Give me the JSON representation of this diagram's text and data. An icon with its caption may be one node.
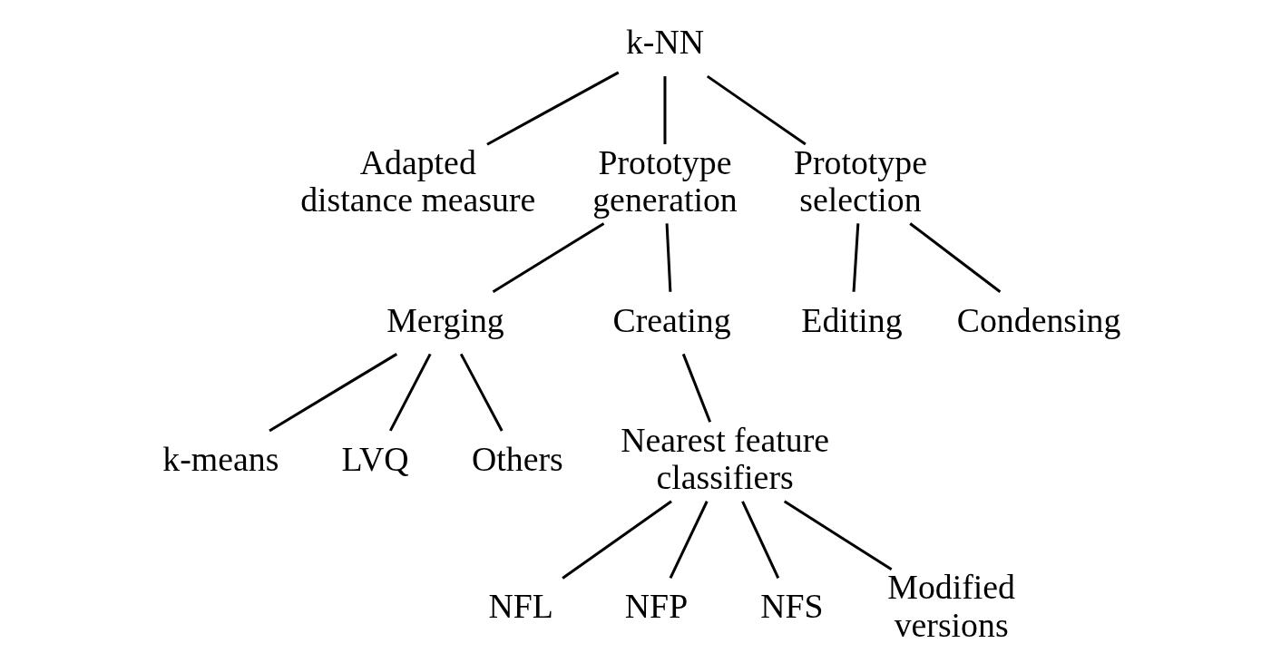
{
  "diagram": {
    "nodes": [
      {
        "text": [
          "k-NN"
        ]
      },
      {
        "text": [
          "Adapted distance measure"
        ]
      },
      {
        "text": [
          "Prototype generation"
        ]
      },
      {
        "text": [
          "Prototype selection"
        ]
      },
      {
        "text": [
          "Merging"
        ]
      },
      {
        "text": [
          "Creating"
        ]
      },
      {
        "text": [
          "Editing"
        ]
      },
      {
        "text": [
          "Condensing"
        ]
      },
      {
        "text": [
          "k-means"
        ]
      },
      {
        "text": [
          "LVQ"
        ]
      },
      {
        "text": [
          "Others"
        ]
      },
      {
        "text": [
          "Nearest feature classifiers"
        ]
      },
      {
        "text": [
          "NFL"
        ]
      },
      {
        "text": [
          "NFP"
        ]
      },
      {
        "text": [
          "NFS"
        ]
      },
      {
        "text": [
          "Modified versions"
        ]
      }
    ],
    "edges": [
      {
        "from": 0,
        "to": 1,
        "arrow": "none"
      },
      {
        "from": 0,
        "to": 2,
        "arrow": "none"
      },
      {
        "from": 0,
        "to": 3,
        "arrow": "none"
      },
      {
        "from": 2,
        "to": 4,
        "arrow": "none"
      },
      {
        "from": 2,
        "to": 5,
        "arrow": "none"
      },
      {
        "from": 3,
        "to": 6,
        "arrow": "none"
      },
      {
        "from": 3,
        "to": 7,
        "arrow": "none"
      },
      {
        "from": 4,
        "to": 8,
        "arrow": "none"
      },
      {
        "from": 4,
        "to": 9,
        "arrow": "none"
      },
      {
        "from": 4,
        "to": 10,
        "arrow": "none"
      },
      {
        "from": 5,
        "to": 11,
        "arrow": "none"
      },
      {
        "from": 11,
        "to": 12,
        "arrow": "none"
      },
      {
        "from": 11,
        "to": 13,
        "arrow": "none"
      },
      {
        "from": 11,
        "to": 14,
        "arrow": "none"
      },
      {
        "from": 11,
        "to": 15,
        "arrow": "none"
      }
    ]
  }
}
